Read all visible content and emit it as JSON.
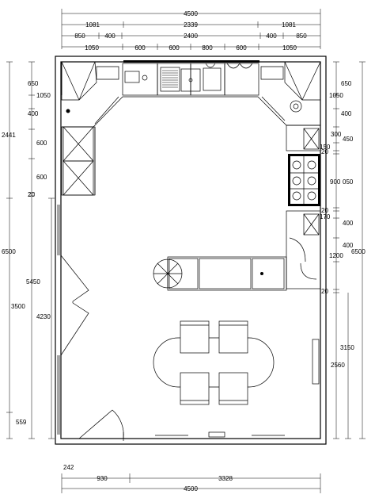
{
  "dimensions": {
    "top": {
      "row1": [
        "4500"
      ],
      "row2": [
        "1081",
        "2339",
        "1081"
      ],
      "row3": [
        "850",
        "400",
        "2400",
        "400",
        "850"
      ],
      "row4": [
        "1050",
        "600",
        "600",
        "800",
        "600",
        "1050"
      ]
    },
    "bottom": {
      "row1": [
        "242"
      ],
      "row2": [
        "930",
        "3328"
      ],
      "row3": [
        "4500"
      ]
    },
    "left": {
      "col1": [
        "2441",
        "6500",
        "3500",
        "559"
      ],
      "col2": [
        "650",
        "1050",
        "400",
        "600",
        "600",
        "20",
        "5450"
      ],
      "col3": [
        "4230"
      ]
    },
    "right": {
      "col1": [
        "650",
        "1050",
        "400",
        "300",
        "450",
        "150",
        "20",
        "900",
        "050",
        "20",
        "170",
        "400",
        "400",
        "1200",
        "20"
      ],
      "col2": [
        "3150",
        "2560"
      ],
      "col3": [
        "6500"
      ]
    }
  }
}
